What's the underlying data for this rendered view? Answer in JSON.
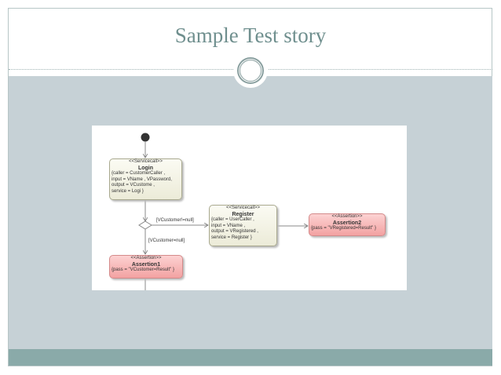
{
  "slide": {
    "title": "Sample Test story"
  },
  "diagram": {
    "login": {
      "stereotype": "<<Servicecall>>",
      "name": "Login",
      "props": [
        "{caller = CustomerCaller ,",
        "input = VName , VPassword,",
        "output = VCustome ,",
        "service = Logi }"
      ]
    },
    "register": {
      "stereotype": "<<Servicecall>>",
      "name": "Register",
      "props": [
        "{caller = UserCaller ,",
        "input = VName ,",
        "output = VRegistered ,",
        "service = Register }"
      ]
    },
    "assertion1": {
      "stereotype": "<<Assertion>>",
      "name": "Assertion1",
      "props": [
        "{pass = \"VCustomer=Result\" }"
      ]
    },
    "assertion2": {
      "stereotype": "<<Assertion>>",
      "name": "Assertion2",
      "props": [
        "{pass = \"VRegistered=Result\" }"
      ]
    },
    "guard_not_null": "[VCustomer!=null]",
    "guard_null": "[VCustomer=null]"
  },
  "colors": {
    "title": "#6f8f8e",
    "body": "#c6d1d6",
    "band": "#8aaaa9",
    "assertion": "#f3a2a2",
    "servicecall": "#f3f2e3"
  }
}
